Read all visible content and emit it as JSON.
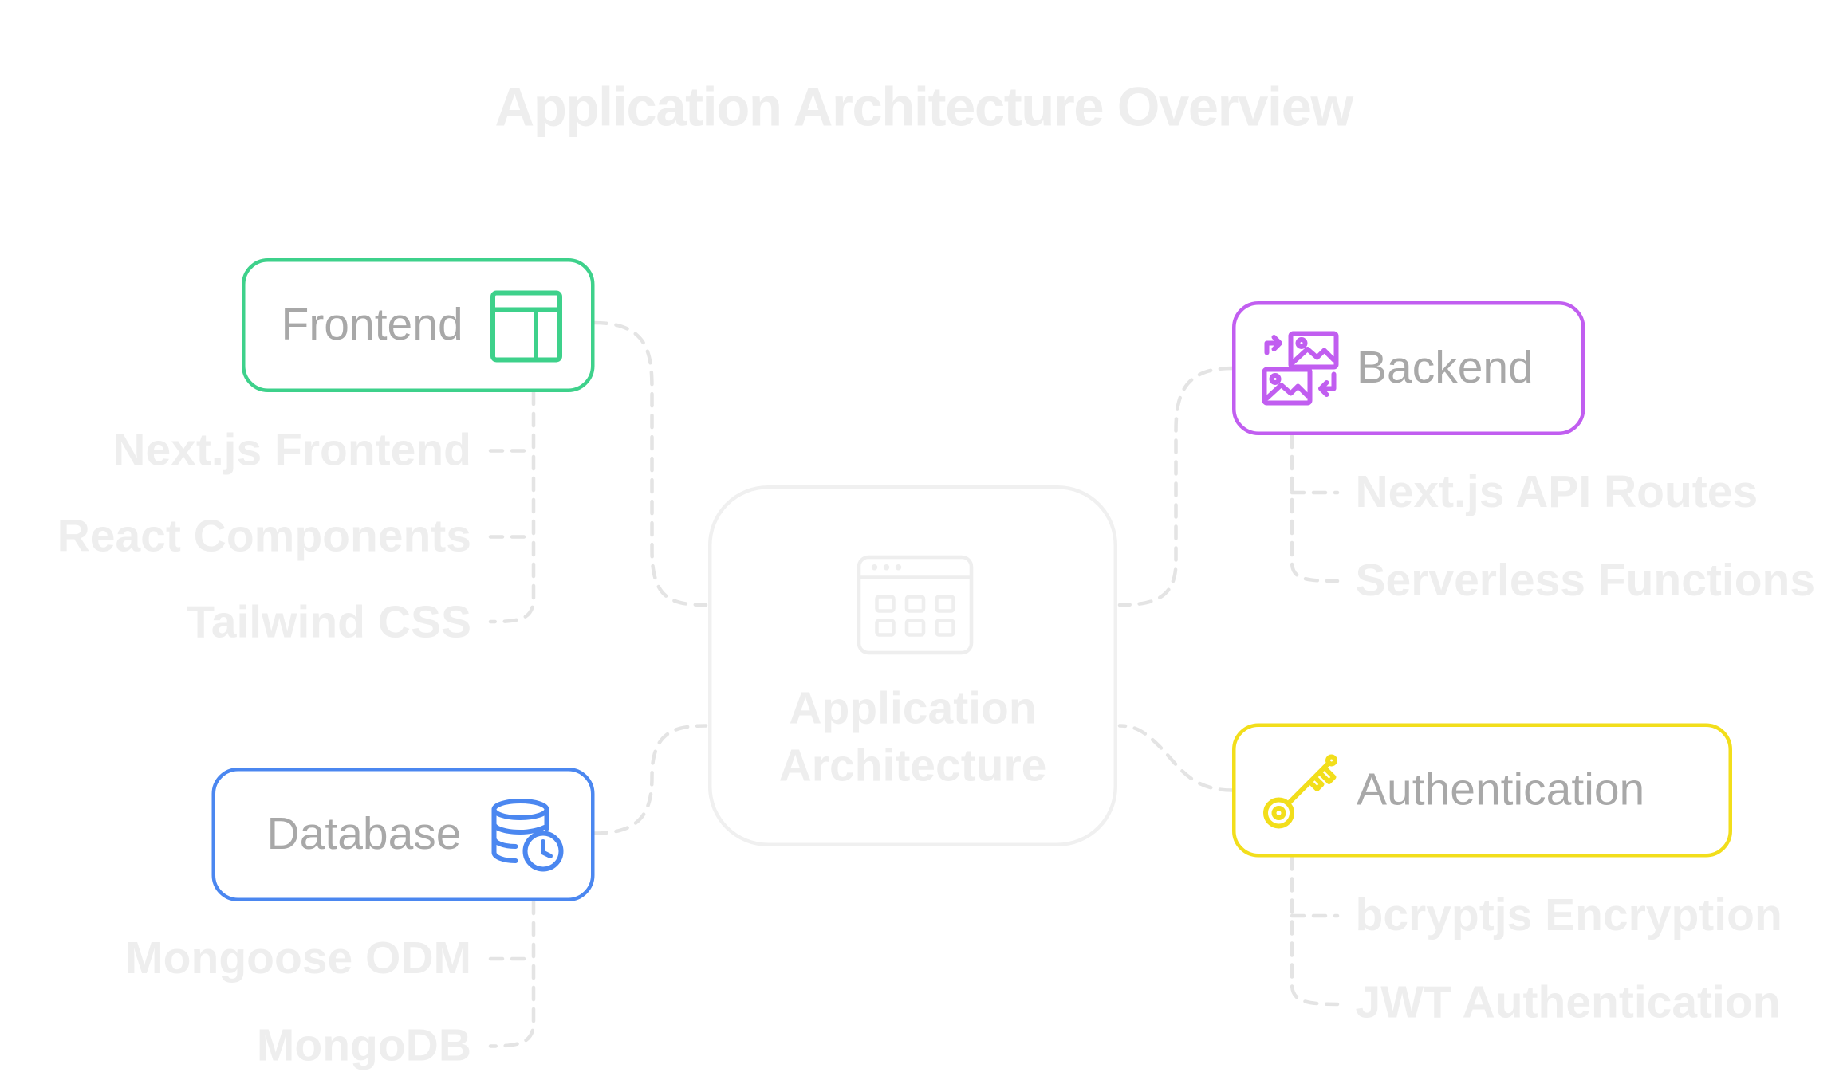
{
  "title": "Application Architecture Overview",
  "center": {
    "label_line1": "Application",
    "label_line2": "Architecture",
    "icon": "app-window-grid-icon"
  },
  "nodes": {
    "frontend": {
      "label": "Frontend",
      "icon": "layout-panel-icon",
      "color": "#3ed18b",
      "items": [
        "Next.js Frontend",
        "React Components",
        "Tailwind CSS"
      ]
    },
    "backend": {
      "label": "Backend",
      "icon": "image-exchange-icon",
      "color": "#c15ef0",
      "items": [
        "Next.js API Routes",
        "Serverless Functions"
      ]
    },
    "database": {
      "label": "Database",
      "icon": "database-clock-icon",
      "color": "#4b87f0",
      "items": [
        "Mongoose ODM",
        "MongoDB"
      ]
    },
    "authentication": {
      "label": "Authentication",
      "icon": "key-icon",
      "color": "#f2de1b",
      "items": [
        "bcryptjs Encryption",
        "JWT Authentication"
      ]
    }
  }
}
